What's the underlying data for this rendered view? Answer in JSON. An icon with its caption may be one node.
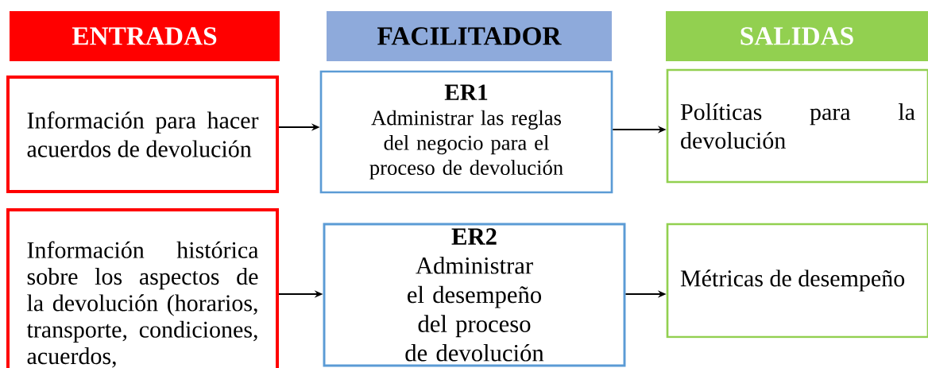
{
  "diagram": {
    "nodes": [
      {
        "text": [
          "ENTRADAS"
        ]
      },
      {
        "text": [
          "FACILITADOR"
        ]
      },
      {
        "text": [
          "SALIDAS"
        ]
      },
      {
        "text": [
          "Información para hacer acuerdos de devolución"
        ]
      },
      {
        "text": [
          "ER1",
          "Administrar las reglas del negocio para el proceso de devolución"
        ]
      },
      {
        "text": [
          "Políticas para la devolución"
        ]
      },
      {
        "text": [
          "Información histórica sobre los aspectos de la devolución (horarios, transporte, condiciones, acuerdos,"
        ]
      },
      {
        "text": [
          "ER2",
          "Administrar el desempeño del proceso de devolución"
        ]
      },
      {
        "text": [
          "Métricas de desempeño"
        ]
      }
    ],
    "edges": [
      {
        "from": 3,
        "to": 4,
        "arrow": "to"
      },
      {
        "from": 4,
        "to": 5,
        "arrow": "to"
      },
      {
        "from": 6,
        "to": 7,
        "arrow": "to"
      },
      {
        "from": 7,
        "to": 8,
        "arrow": "to"
      }
    ]
  }
}
